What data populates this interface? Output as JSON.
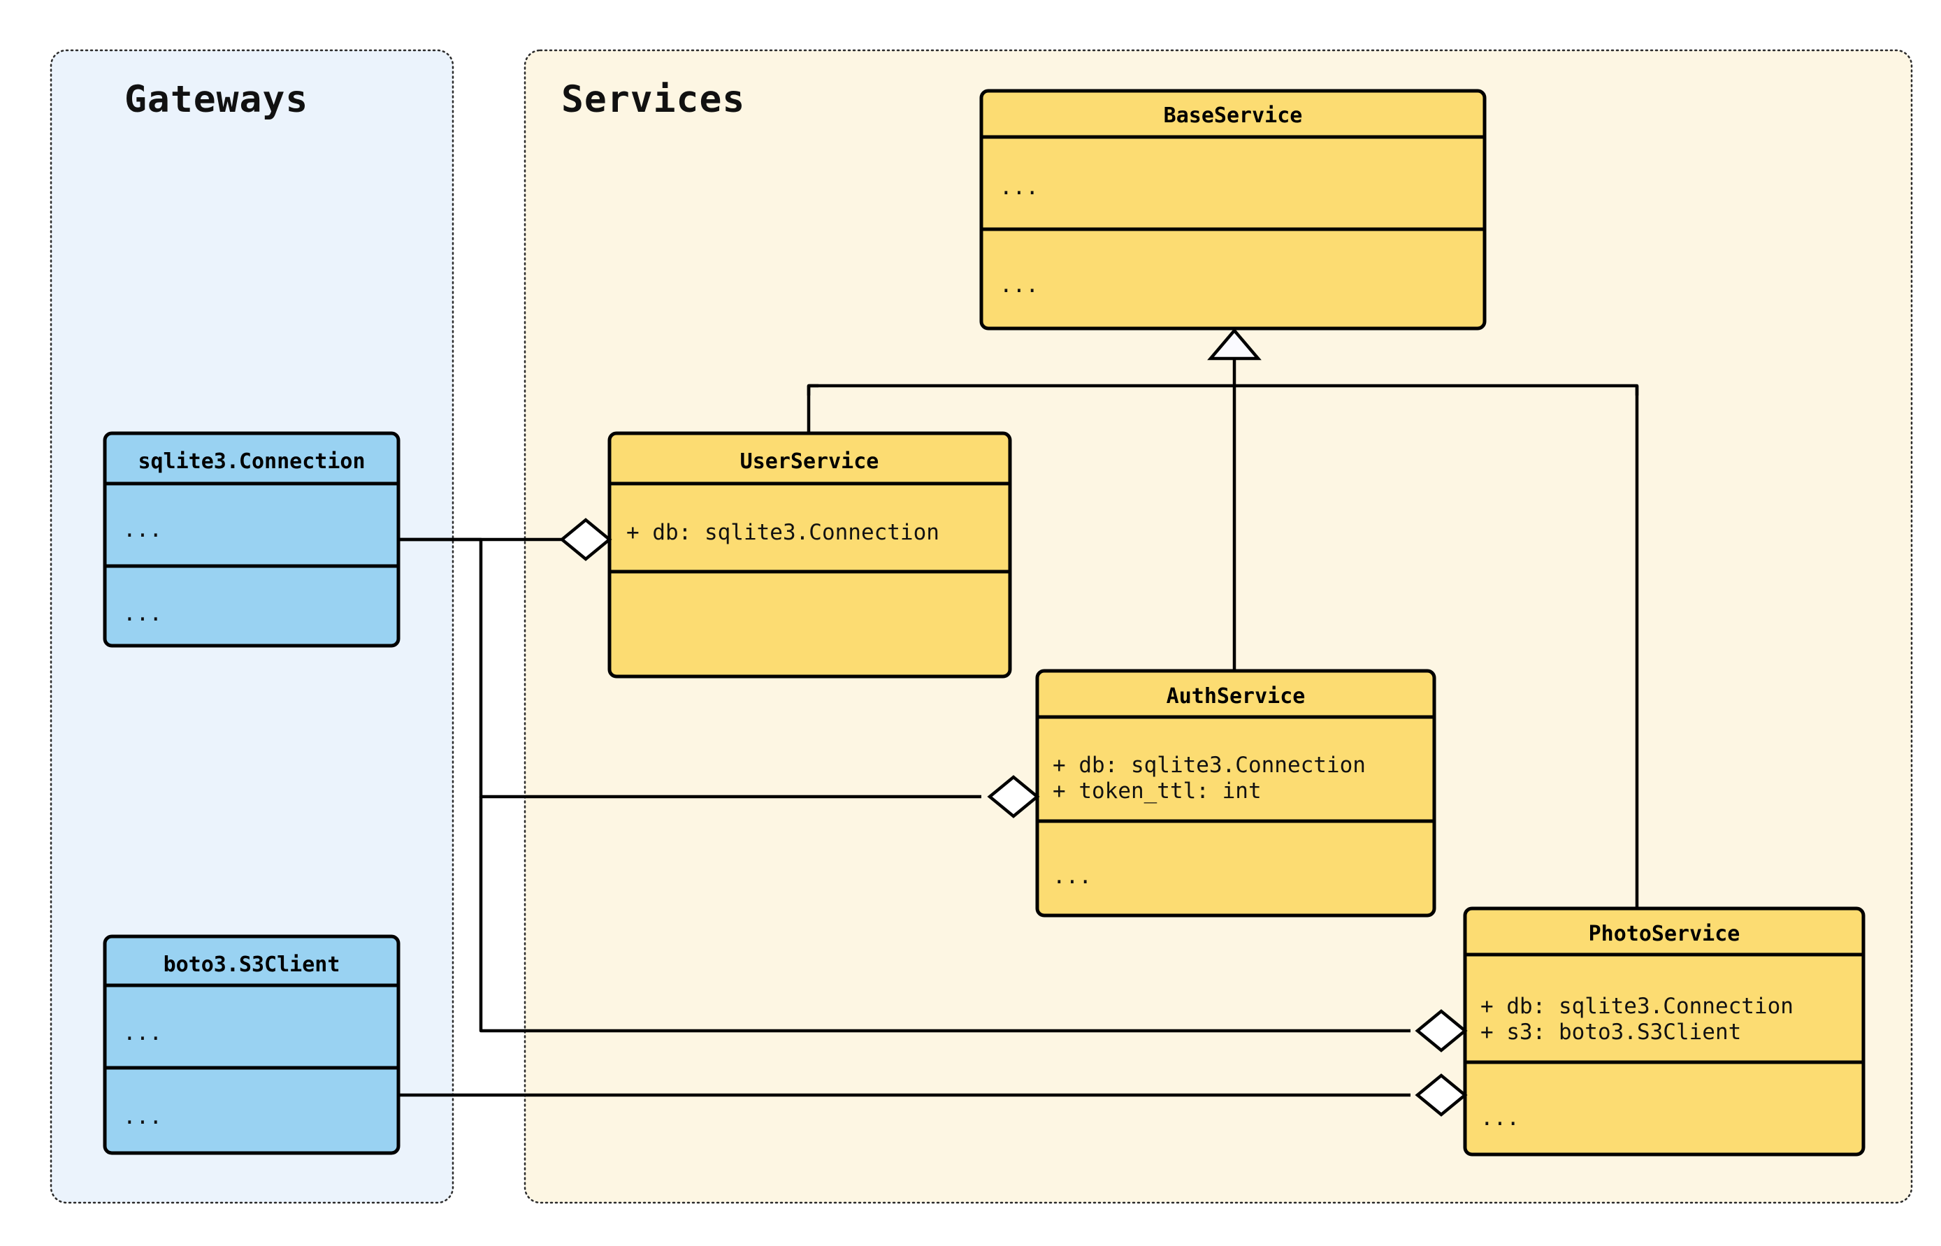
{
  "diagram": {
    "type": "uml-class-diagram",
    "background": "#ffffff",
    "packages": [
      {
        "id": "gateways",
        "title": "Gateways",
        "fill": "#EBF3FC",
        "border": "#2b2b2b"
      },
      {
        "id": "services",
        "title": "Services",
        "fill": "#FDF6E3",
        "border": "#2b2b2b"
      }
    ],
    "colors": {
      "gateway_class_fill": "#99D2F2",
      "service_class_fill": "#FCDC72",
      "class_stroke": "#000000",
      "arrow_fill": "#FFFFFF",
      "gateway_panel_fill": "#EBF3FC",
      "service_panel_fill": "#FDF6E3"
    },
    "classes": [
      {
        "id": "sqlite3-connection",
        "name": "sqlite3.Connection",
        "package": "gateways",
        "fill": "#99D2F2",
        "attributes": [
          "..."
        ],
        "methods": [
          "..."
        ]
      },
      {
        "id": "boto3-s3client",
        "name": "boto3.S3Client",
        "package": "gateways",
        "fill": "#99D2F2",
        "attributes": [
          "..."
        ],
        "methods": [
          "..."
        ]
      },
      {
        "id": "baseservice",
        "name": "BaseService",
        "package": "services",
        "fill": "#FCDC72",
        "attributes": [
          "..."
        ],
        "methods": [
          "..."
        ]
      },
      {
        "id": "userservice",
        "name": "UserService",
        "package": "services",
        "fill": "#FCDC72",
        "attributes": [
          "+ db: sqlite3.Connection"
        ],
        "methods": []
      },
      {
        "id": "authservice",
        "name": "AuthService",
        "package": "services",
        "fill": "#FCDC72",
        "attributes": [
          "+ db: sqlite3.Connection",
          "+ token_ttl: int"
        ],
        "methods": [
          "..."
        ]
      },
      {
        "id": "photoservice",
        "name": "PhotoService",
        "package": "services",
        "fill": "#FCDC72",
        "attributes": [
          "+ db: sqlite3.Connection",
          "+ s3: boto3.S3Client"
        ],
        "methods": [
          "..."
        ]
      }
    ],
    "relationships": [
      {
        "id": "rel-user-base",
        "type": "inheritance",
        "from": "userservice",
        "to": "baseservice",
        "marker": "hollow-triangle"
      },
      {
        "id": "rel-auth-base",
        "type": "inheritance",
        "from": "authservice",
        "to": "baseservice",
        "marker": "hollow-triangle"
      },
      {
        "id": "rel-photo-base",
        "type": "inheritance",
        "from": "photoservice",
        "to": "baseservice",
        "marker": "hollow-triangle"
      },
      {
        "id": "rel-user-db",
        "type": "aggregation",
        "from": "sqlite3-connection",
        "to": "userservice",
        "marker": "hollow-diamond"
      },
      {
        "id": "rel-auth-db",
        "type": "aggregation",
        "from": "sqlite3-connection",
        "to": "authservice",
        "marker": "hollow-diamond"
      },
      {
        "id": "rel-photo-db",
        "type": "aggregation",
        "from": "sqlite3-connection",
        "to": "photoservice",
        "marker": "hollow-diamond"
      },
      {
        "id": "rel-photo-s3",
        "type": "aggregation",
        "from": "boto3-s3client",
        "to": "photoservice",
        "marker": "hollow-diamond"
      }
    ]
  }
}
